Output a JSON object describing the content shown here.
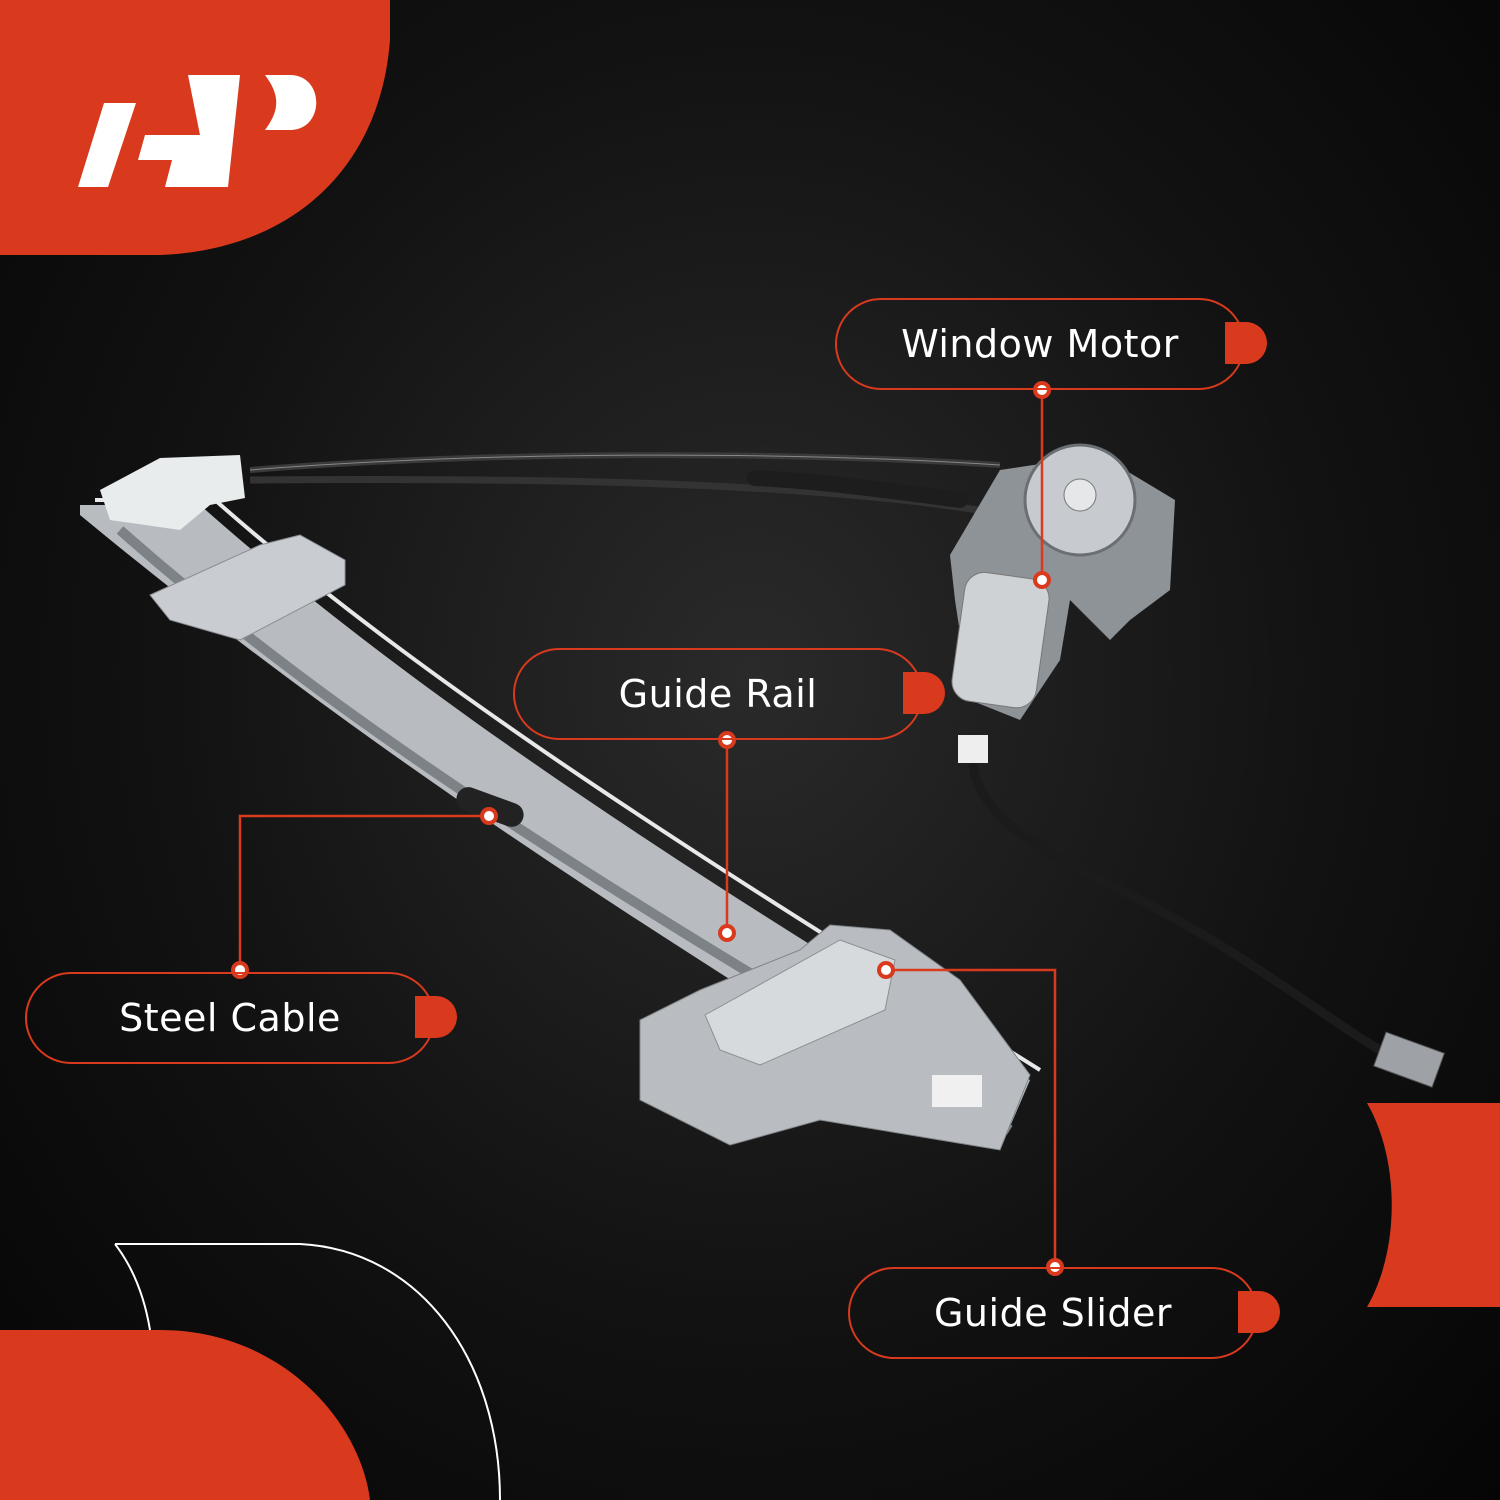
{
  "brand": {
    "logo_text": "AP",
    "accent_color": "#d93a1e"
  },
  "callouts": [
    {
      "label": "Window Motor"
    },
    {
      "label": "Guide Rail"
    },
    {
      "label": "Steel Cable"
    },
    {
      "label": "Guide Slider"
    }
  ]
}
